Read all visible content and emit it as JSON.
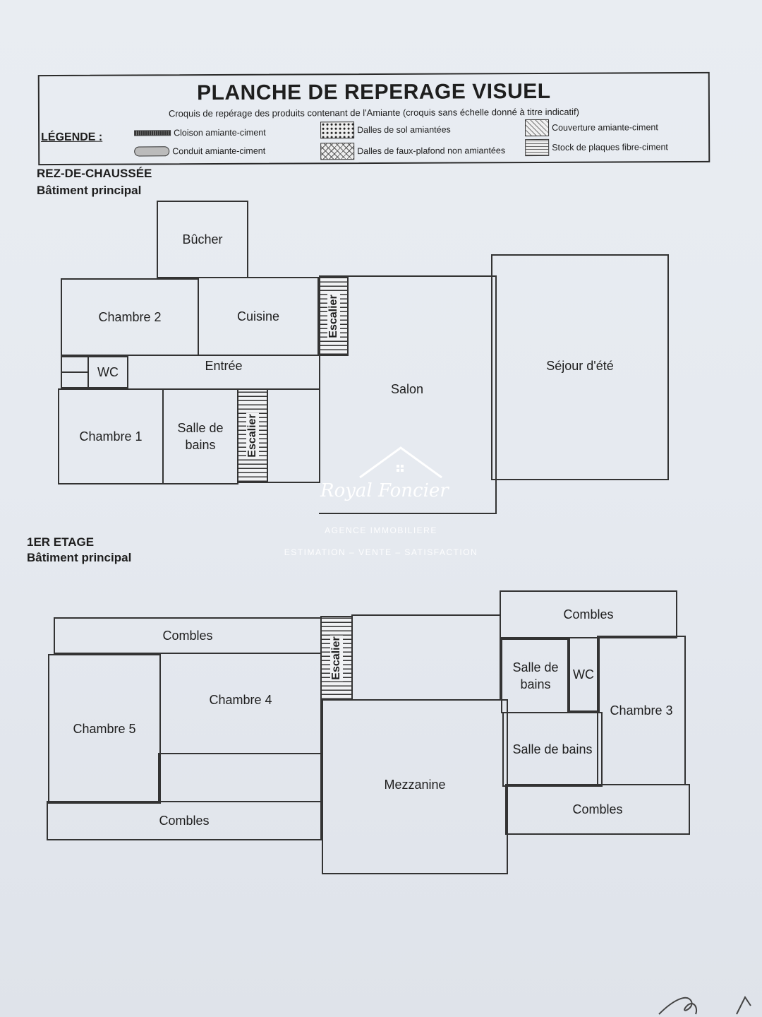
{
  "header": {
    "title": "PLANCHE DE REPERAGE VISUEL",
    "subtitle": "Croquis de repérage des produits contenant de l'Amiante  (croquis sans échelle donné à titre indicatif)",
    "legend_label": "LÉGENDE :",
    "legend": [
      {
        "icon": "cloison-swatch",
        "label": "Cloison amiante-ciment"
      },
      {
        "icon": "conduit-swatch",
        "label": "Conduit amiante-ciment"
      },
      {
        "icon": "dalles-sol-swatch",
        "label": "Dalles de sol amiantées"
      },
      {
        "icon": "faux-plafond-swatch",
        "label": "Dalles de faux-plafond non amiantées"
      },
      {
        "icon": "couverture-swatch",
        "label": "Couverture amiante-ciment"
      },
      {
        "icon": "stock-plaques-swatch",
        "label": "Stock de plaques fibre-ciment"
      }
    ]
  },
  "ground_floor": {
    "title": "REZ-DE-CHAUSSÉE",
    "building": "Bâtiment principal",
    "rooms": {
      "bucher": "Bûcher",
      "chambre2": "Chambre 2",
      "cuisine": "Cuisine",
      "escalier_a": "Escalier",
      "salon": "Salon",
      "sejour": "Séjour d'été",
      "wc": "WC",
      "entree": "Entrée",
      "chambre1": "Chambre 1",
      "sdb": "Salle de\nbains",
      "escalier_b": "Escalier"
    }
  },
  "first_floor": {
    "title": "1ER ETAGE",
    "building": "Bâtiment principal",
    "rooms": {
      "combles_top_left": "Combles",
      "escalier": "Escalier",
      "combles_top_right": "Combles",
      "chambre5": "Chambre 5",
      "chambre4": "Chambre 4",
      "sdb_a": "Salle de\nbains",
      "wc": "WC",
      "chambre3": "Chambre 3",
      "sdb_b": "Salle de bains",
      "mezzanine": "Mezzanine",
      "combles_bottom_left": "Combles",
      "combles_bottom_right": "Combles"
    }
  },
  "watermark": {
    "brand": "Royal Foncier",
    "line1": "AGENCE IMMOBILIERE",
    "line2": "ESTIMATION – VENTE – SATISFACTION"
  }
}
